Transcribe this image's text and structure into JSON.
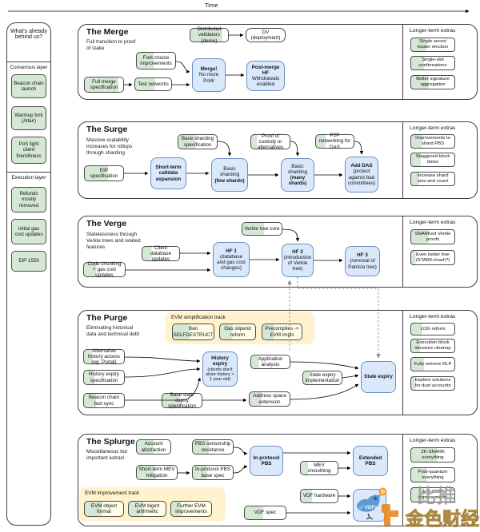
{
  "time_axis": {
    "label": "Time"
  },
  "sidebar": {
    "title": "What's already behind us?",
    "groups": [
      {
        "label": "Consensus layer",
        "items": [
          "Beacon chain launch",
          "Warmup fork (Altair)",
          "PoS light client friendliness"
        ]
      },
      {
        "label": "Execution layer",
        "items": [
          "Refunds mostly removed",
          "Initial gas cost updates",
          "EIP 1559"
        ]
      }
    ]
  },
  "sections": [
    {
      "title": "The Merge",
      "subtitle": "Full transition to proof of stake",
      "extras_title": "Longer-term extras",
      "extras": [
        "Single secret leader election",
        "Single-slot confirmations",
        "Better signature aggregation"
      ],
      "boxes": {
        "distributed_validators": "Distributed validators (demo)",
        "dv": "DV (deployment)",
        "fork_choice": "Fork choice improvements",
        "full_merge_spec": "Full merge specification",
        "test_networks": "Test networks",
        "merge": {
          "l1": "Merge!",
          "l2": "No more PoW"
        },
        "post_merge": {
          "l1": "Post-merge HF",
          "l2": "Withdrawals enabled"
        }
      }
    },
    {
      "title": "The Surge",
      "subtitle": "Massive scalability increases for rollups through sharding",
      "extras_title": "Longer-term extras",
      "extras": [
        "Improvements to shard PBS",
        "Staggered block times",
        "Increase shard size and count"
      ],
      "boxes": {
        "eip_spec": "EIP specification",
        "base_sharding_spec": "Base sharding specification",
        "proof_custody": "Proof of custody or alternatives",
        "p2p_das": "P2P networking for DAS",
        "calldata": {
          "l1": "Short-term calldata expansion"
        },
        "basic_few": {
          "l1": "Basic sharding",
          "l2": "(few shards)"
        },
        "basic_many": {
          "l1": "Basic sharding",
          "l2": "(many shards)"
        },
        "add_das": {
          "l1": "Add DAS",
          "l2": "(protect against bad committees)"
        }
      }
    },
    {
      "title": "The Verge",
      "subtitle": "Statelessness through Verkle trees and related features",
      "extras_title": "Longer-term extras",
      "extras": [
        "SNARKed Verkle proofs",
        "Even better tree (STARK+hash?)"
      ],
      "boxes": {
        "verkle_core": "Verkle tree core",
        "client_db": "Client database updates",
        "code_chunking": "Code chunking + gas cost updates",
        "hf1": {
          "l1": "HF 1",
          "l2": "(database and gas cost changes)"
        },
        "hf2": {
          "l1": "HF 2",
          "l2": "(introduction of Verkle tree)"
        },
        "hf3": {
          "l1": "HF 3",
          "l2": "(removal of Patricia tree)"
        }
      }
    },
    {
      "title": "The Purge",
      "subtitle": "Eliminating historical data and technical debt",
      "extras_title": "Longer-term extras",
      "extras": [
        "LOG reform",
        "Execution block structure cleanup",
        "Fully remove RLP",
        "Explore solutions for dust accounts"
      ],
      "track_label": "EVM simplification track",
      "boxes": {
        "ban_selfdestruct": "Ban SELFDESTRUCT",
        "gas_stipend": "Gas stipend reform",
        "precompiles": "Precompiles -> EVM impls",
        "alt_history": "Alternative history access (eg. Portal)",
        "history_expiry_spec": "History expiry specification",
        "beacon_fast_sync": "Beacon chain fast sync",
        "base_state_expiry": "Base state expiry specification",
        "address_space": "Address space extension",
        "app_analysis": "Application analysis",
        "state_expiry_impl": "State expiry implementation",
        "history_expiry": {
          "l1": "History expiry",
          "l2": "(clients don't store history > 1 year old)"
        },
        "state_expiry": {
          "l1": "State expiry"
        }
      }
    },
    {
      "title": "The Splurge",
      "subtitle": "Miscellaneous but important extras!",
      "extras_title": "Longer-term extras",
      "extras": [
        "ZK-SNARK everything",
        "Post-quantum everything",
        "EIP 1559 improvements"
      ],
      "track_label": "EVM improvement track",
      "boxes": {
        "account_abstraction": "Account abstraction",
        "pbs_censorship": "PBS censorship resistance",
        "short_term_mev": "Short-term MEV mitigation",
        "in_protocol_pbs_spec": "In-protocol PBS base spec",
        "in_protocol_pbs": {
          "l1": "In-protocol PBS"
        },
        "extended_pbs": {
          "l1": "Extended PBS"
        },
        "mev_smoothing": "MEV smoothing",
        "vdf_hardware": "VDF hardware",
        "vdf_spec": "VDF spec",
        "vdfs": "VDFs",
        "evm_object": "EVM object format",
        "evm_bigint": "EVM bigint arithmetic",
        "further_evm": "Further EVM improvements"
      }
    }
  ],
  "watermark": {
    "bitpush": "比推",
    "golden": "金色财经"
  },
  "colors": {
    "task_green": "#d5e8d4",
    "milestone_blue": "#dae8fc",
    "track_yellow": "#fff2cc",
    "blue_border": "#6c8ebf",
    "watermark_orange": "#e8891c"
  }
}
